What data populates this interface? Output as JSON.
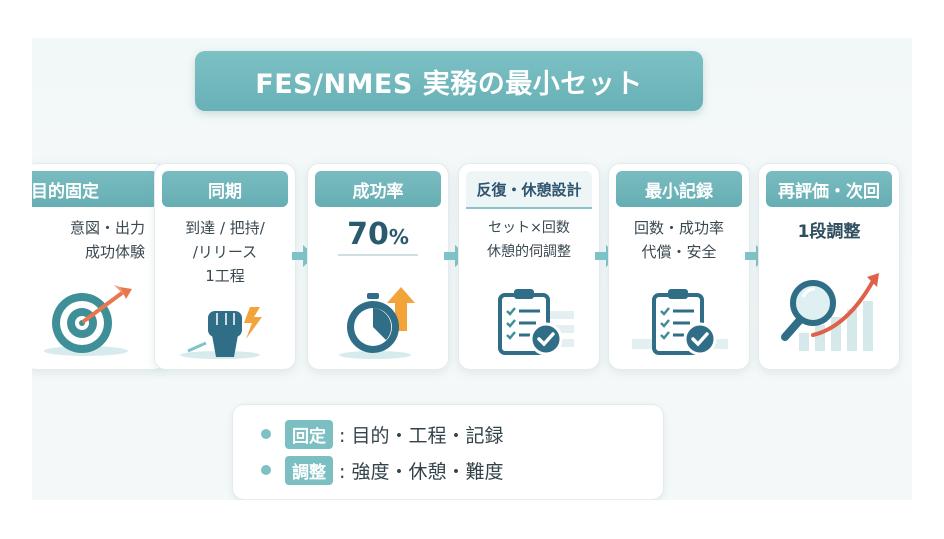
{
  "title": "FES/NMES 実務の最小セット",
  "steps": [
    {
      "header": "目的固定",
      "lines": [
        "意図・出力",
        "成功体験"
      ],
      "icon": "target-icon"
    },
    {
      "header": "同期",
      "lines": [
        "到達 / 把持/",
        "/リリース",
        "1工程"
      ],
      "icon": "fist-lightning-icon"
    },
    {
      "header": "成功率",
      "value": "70",
      "unit": "%",
      "icon": "stopwatch-icon"
    },
    {
      "header": "反復・休憩設計",
      "lines": [
        "セット×回数",
        "休憩的伺調整"
      ],
      "icon": "checklist-icon"
    },
    {
      "header": "最小記録",
      "lines": [
        "回数・成功率",
        "代償・安全"
      ],
      "icon": "clipboard-check-icon"
    },
    {
      "header": "再評価・次回",
      "lines": [
        "1段調整"
      ],
      "icon": "magnifier-growth-icon"
    }
  ],
  "legend": [
    {
      "tag": "回定",
      "text": ": 目的・工程・記録"
    },
    {
      "tag": "調整",
      "text": ": 強度・休憩・難度"
    }
  ],
  "colors": {
    "accent": "#6fb6bb",
    "dark": "#2f5570",
    "orange": "#e98a4f"
  }
}
